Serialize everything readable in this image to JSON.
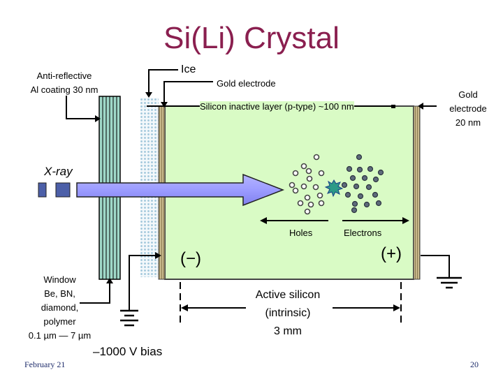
{
  "title": "Si(Li) Crystal",
  "labels": {
    "anti_reflective": "Anti-reflective\nAl coating 30 nm",
    "ice": "Ice",
    "gold_electrode_top": "Gold electrode",
    "gold_electrode_right": "Gold\nelectrode\n20 nm",
    "inactive_layer": "Silicon inactive layer (p-type) ~100 nm",
    "xray": "X-ray",
    "holes": "Holes",
    "electrons": "Electrons",
    "negative": "(−)",
    "positive": "(+)",
    "window": "Window\nBe, BN,\ndiamond,\npolymer\n0.1 µm — 7 µm",
    "active_silicon": "Active silicon\n(intrinsic)\n3 mm",
    "bias": "–1000 V bias"
  },
  "footer": {
    "date": "February 21",
    "page": "20"
  },
  "colors": {
    "title": "#8a1f4f",
    "crystal_fill": "#d9fbc5",
    "arrow_fill": "#9999ff",
    "xray_block": "#4c5fa8",
    "electron": "#5d6a7a",
    "burst": "#2c9a87",
    "window_fill": "#9fd8c8",
    "ice_dots": "#cfe6f2"
  }
}
